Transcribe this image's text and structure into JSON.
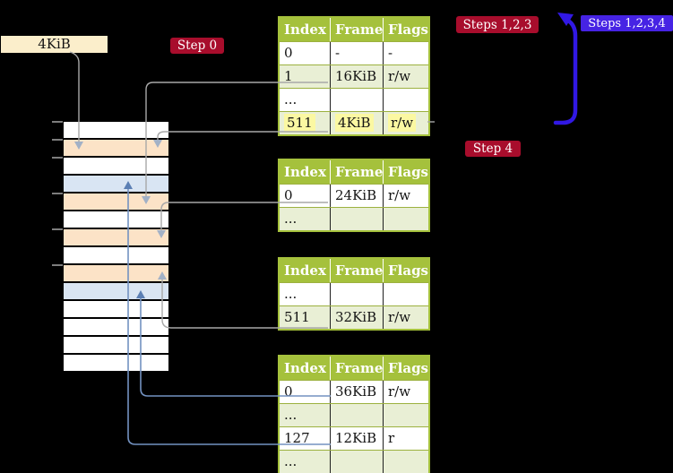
{
  "labels": {
    "frame_size": "4KiB",
    "step_0": "Step 0",
    "steps_123": "Steps 1,2,3",
    "steps_1234": "Steps 1,2,3,4",
    "step_4": "Step 4"
  },
  "colors": {
    "background": "#000000",
    "table_header_green": "#a5c13c",
    "table_row_green": "#e9efd5",
    "highlight_yellow": "#fbf8a2",
    "frame_peach": "#fce3c7",
    "frame_blue": "#d9e5f3",
    "label_cream": "#fbeecb",
    "badge_red": "#a80d2c",
    "badge_blue": "#4623e4",
    "loop_arrow_blue": "#3118e4",
    "connector_gray": "#a8a8a8",
    "connector_steel_blue": "#7392c1"
  },
  "tables": [
    {
      "headers": [
        "Index",
        "Frame",
        "Flags"
      ],
      "rows": [
        {
          "index": "0",
          "frame": "-",
          "flags": "-"
        },
        {
          "index": "1",
          "frame": "16KiB",
          "flags": "r/w"
        },
        {
          "index": "...",
          "frame": "",
          "flags": ""
        },
        {
          "index": "511",
          "frame": "4KiB",
          "flags": "r/w"
        }
      ]
    },
    {
      "headers": [
        "Index",
        "Frame",
        "Flags"
      ],
      "rows": [
        {
          "index": "0",
          "frame": "24KiB",
          "flags": "r/w"
        },
        {
          "index": "...",
          "frame": "",
          "flags": ""
        }
      ]
    },
    {
      "headers": [
        "Index",
        "Frame",
        "Flags"
      ],
      "rows": [
        {
          "index": "...",
          "frame": "",
          "flags": ""
        },
        {
          "index": "511",
          "frame": "32KiB",
          "flags": "r/w"
        }
      ]
    },
    {
      "headers": [
        "Index",
        "Frame",
        "Flags"
      ],
      "rows": [
        {
          "index": "0",
          "frame": "36KiB",
          "flags": "r/w"
        },
        {
          "index": "...",
          "frame": "",
          "flags": ""
        },
        {
          "index": "127",
          "frame": "12KiB",
          "flags": "r"
        },
        {
          "index": "...",
          "frame": "",
          "flags": ""
        }
      ]
    }
  ],
  "memory": {
    "rows": [
      {
        "css": "mem-row"
      },
      {
        "css": "mem-row peach"
      },
      {
        "css": "mem-row"
      },
      {
        "css": "mem-row blue"
      },
      {
        "css": "mem-row peach"
      },
      {
        "css": "mem-row"
      },
      {
        "css": "mem-row peach"
      },
      {
        "css": "mem-row"
      },
      {
        "css": "mem-row peach"
      },
      {
        "css": "mem-row blue"
      },
      {
        "css": "mem-row"
      },
      {
        "css": "mem-row"
      },
      {
        "css": "mem-row"
      },
      {
        "css": "mem-row"
      }
    ]
  }
}
